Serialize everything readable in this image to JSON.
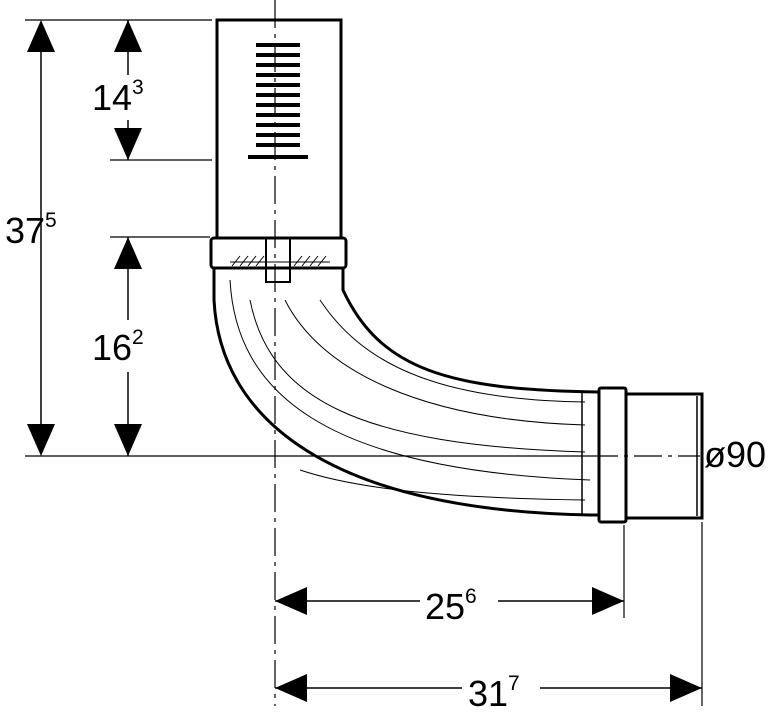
{
  "dimensions": {
    "overall_height": {
      "main": "37",
      "sup": "5"
    },
    "insertion_depth": {
      "main": "14",
      "sup": "3"
    },
    "bend_height": {
      "main": "16",
      "sup": "2"
    },
    "center_to_sleeve": {
      "main": "25",
      "sup": "6"
    },
    "center_to_end": {
      "main": "31",
      "sup": "7"
    },
    "diameter": "ø90"
  }
}
